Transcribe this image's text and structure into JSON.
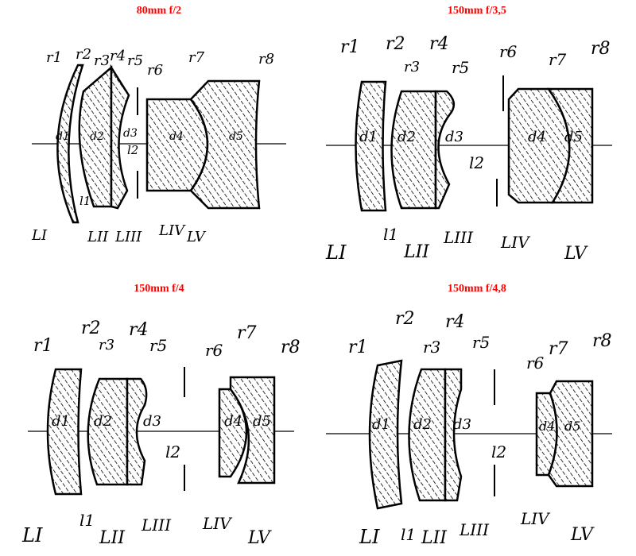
{
  "panels": [
    {
      "title": "80mm f/2",
      "radii": [
        "r1",
        "r2",
        "r3",
        "r4",
        "r5",
        "r6",
        "r7",
        "r8"
      ],
      "thickness": [
        "d1",
        "d2",
        "d3",
        "d4",
        "d5"
      ],
      "spaces": [
        "l1",
        "l2"
      ],
      "lenses": [
        "LI",
        "LII",
        "LIII",
        "LIV",
        "LV"
      ]
    },
    {
      "title": "150mm f/3,5",
      "radii": [
        "r1",
        "r2",
        "r3",
        "r4",
        "r5",
        "r6",
        "r7",
        "r8"
      ],
      "thickness": [
        "d1",
        "d2",
        "d3",
        "d4",
        "d5"
      ],
      "spaces": [
        "l1",
        "l2"
      ],
      "lenses": [
        "LI",
        "LII",
        "LIII",
        "LIV",
        "LV"
      ]
    },
    {
      "title": "150mm f/4",
      "radii": [
        "r1",
        "r2",
        "r3",
        "r4",
        "r5",
        "r6",
        "r7",
        "r8"
      ],
      "thickness": [
        "d1",
        "d2",
        "d3",
        "d4",
        "d5"
      ],
      "spaces": [
        "l1",
        "l2"
      ],
      "lenses": [
        "LI",
        "LII",
        "LIII",
        "LIV",
        "LV"
      ]
    },
    {
      "title": "150mm f/4,8",
      "radii": [
        "r1",
        "r2",
        "r3",
        "r4",
        "r5",
        "r6",
        "r7",
        "r8"
      ],
      "thickness": [
        "d1",
        "d2",
        "d3",
        "d4",
        "d5"
      ],
      "spaces": [
        "l1",
        "l2"
      ],
      "lenses": [
        "LI",
        "LII",
        "LIII",
        "LIV",
        "LV"
      ]
    }
  ],
  "colors": {
    "title": "#ff0000",
    "ink": "#000000",
    "background": "#ffffff"
  }
}
